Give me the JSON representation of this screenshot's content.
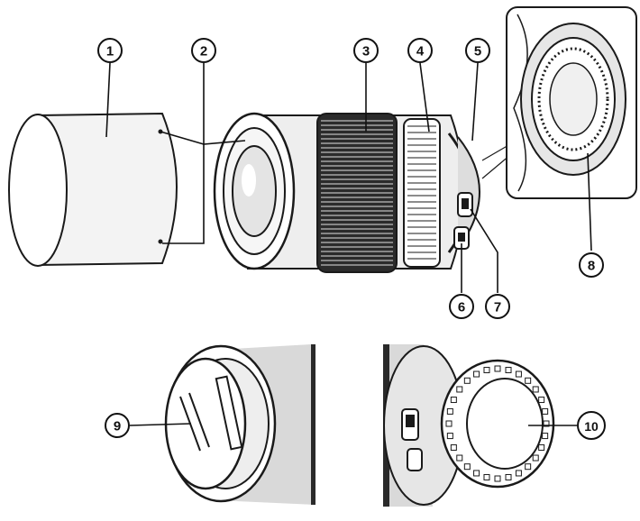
{
  "callouts": {
    "c1": "1",
    "c2": "2",
    "c3": "3",
    "c4": "4",
    "c5": "5",
    "c6": "6",
    "c7": "7",
    "c8": "8",
    "c9": "9",
    "c10": "10"
  },
  "colors": {
    "line": "#1a1a1a",
    "shade": "#d9d9d9",
    "dark": "#2a2a2a"
  }
}
